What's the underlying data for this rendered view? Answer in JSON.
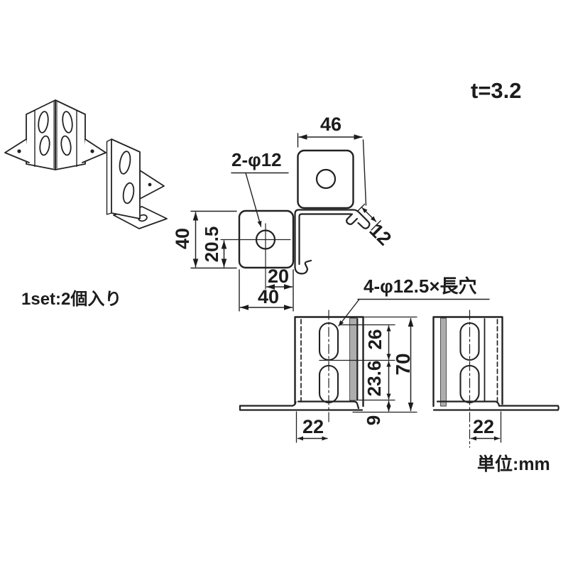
{
  "drawing": {
    "thickness_note": "t=3.2",
    "set_note": "1set:2個入り",
    "unit_note": "単位:mm",
    "top_view": {
      "plate_width": "46",
      "holes_label": "2-φ12",
      "plate_height": "40",
      "hole_from_bottom": "20.5",
      "hole_from_center": "20",
      "plate_depth": "40",
      "flange_width": "12"
    },
    "front_views": {
      "slots_label": "4-φ12.5×長穴",
      "slot_length": "26",
      "slot_pitch": "23.6",
      "total_height": "70",
      "bottom_margin": "9",
      "left_width": "22",
      "right_width": "22"
    }
  }
}
